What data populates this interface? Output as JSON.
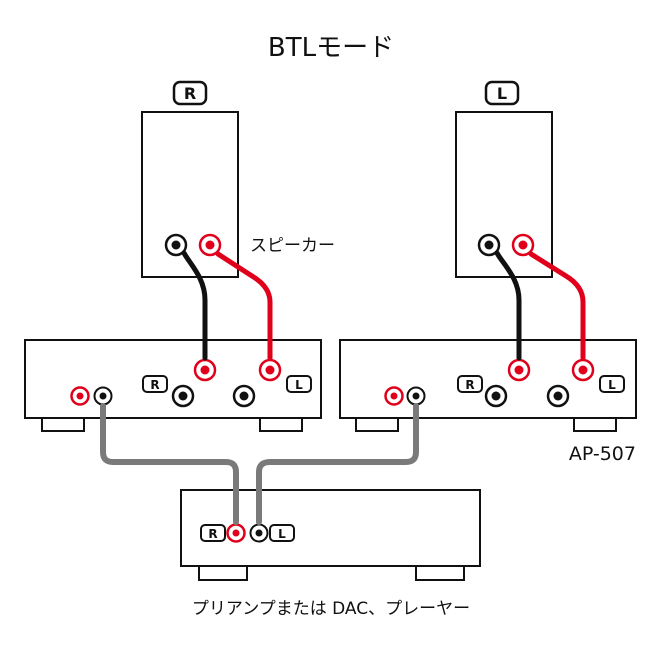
{
  "title": "BTLモード",
  "speaker_label": "スピーカー",
  "amp_model": "AP-507",
  "source_label": "プリアンプまたは DAC、プレーヤー",
  "channel_badges": {
    "right": "R",
    "left": "L"
  },
  "colors": {
    "positive": "#e0001b",
    "negative": "#111111",
    "signal_cable": "#7a7a7a",
    "outline": "#111111"
  }
}
